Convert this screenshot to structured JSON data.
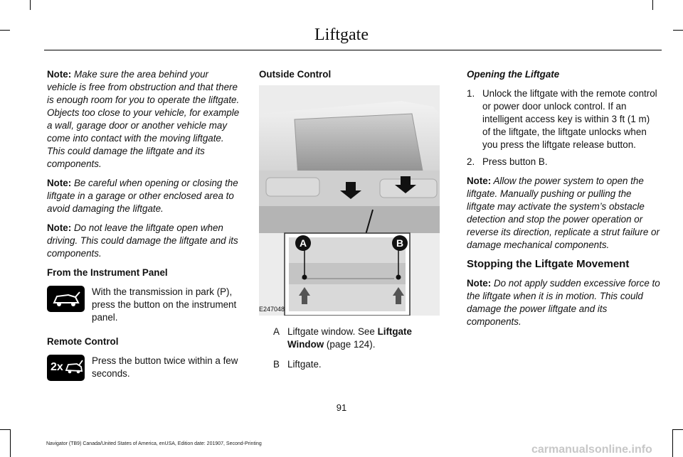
{
  "header": {
    "title": "Liftgate"
  },
  "col1": {
    "note1": {
      "label": "Note:",
      "text": " Make sure the area behind your vehicle is free from obstruction and that there is enough room for you to operate the liftgate.  Objects too close to your vehicle, for example a wall, garage door or another vehicle may come into contact with the moving liftgate.  This could damage the liftgate and its components."
    },
    "note2": {
      "label": "Note:",
      "text": " Be careful when opening or closing the liftgate in a garage or other enclosed area to avoid damaging the liftgate."
    },
    "note3": {
      "label": "Note:",
      "text": " Do not leave the liftgate open when driving.  This could damage the liftgate and its components."
    },
    "panel_heading": "From the Instrument Panel",
    "panel_text": "With the transmission in park (P), press the button on the instrument panel.",
    "panel_icon": "liftgate-icon",
    "remote_heading": "Remote Control",
    "remote_text": "Press the button twice within a few seconds.",
    "remote_icon": "remote-liftgate-icon",
    "remote_icon_label": "2x"
  },
  "col2": {
    "heading": "Outside Control",
    "figure_id": "E247048",
    "callouts": {
      "a": "A",
      "b": "B"
    },
    "legend": [
      {
        "key": "A",
        "text_pre": "Liftgate window.  See ",
        "link": "Liftgate Window",
        "text_post": " (page 124)."
      },
      {
        "key": "B",
        "text_pre": "Liftgate.",
        "link": "",
        "text_post": ""
      }
    ]
  },
  "col3": {
    "heading": "Opening the Liftgate",
    "steps": [
      {
        "num": "1.",
        "text": "Unlock the liftgate with the remote control or power door unlock control.  If an intelligent access key is within 3 ft (1 m) of the liftgate, the liftgate unlocks when you press the liftgate release button."
      },
      {
        "num": "2.",
        "text": "Press button B."
      }
    ],
    "note1": {
      "label": "Note:",
      "text": " Allow the power system to open the liftgate. Manually pushing or pulling the liftgate may activate the system’s obstacle detection and stop the power operation or reverse its direction, replicate a strut failure or damage mechanical components."
    },
    "subheading": "Stopping the Liftgate Movement",
    "note2": {
      "label": "Note:",
      "text": " Do not apply sudden excessive force to the liftgate when it is in motion.  This could damage the power liftgate and its components."
    }
  },
  "page_number": "91",
  "footer": "Navigator (TB9) Canada/United States of America, enUSA, Edition date: 201907, Second-Printing",
  "watermark": "carmanualsonline.info"
}
